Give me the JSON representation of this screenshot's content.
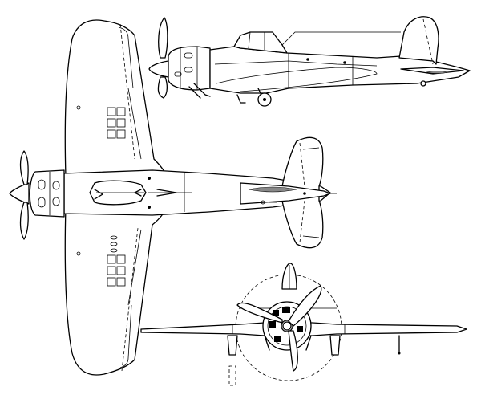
{
  "drawing": {
    "views": [
      {
        "id": "side",
        "kind": "side-view"
      },
      {
        "id": "top",
        "kind": "plan-view"
      },
      {
        "id": "front",
        "kind": "front-view"
      }
    ],
    "line_color": "#000000",
    "background": "#ffffff"
  }
}
